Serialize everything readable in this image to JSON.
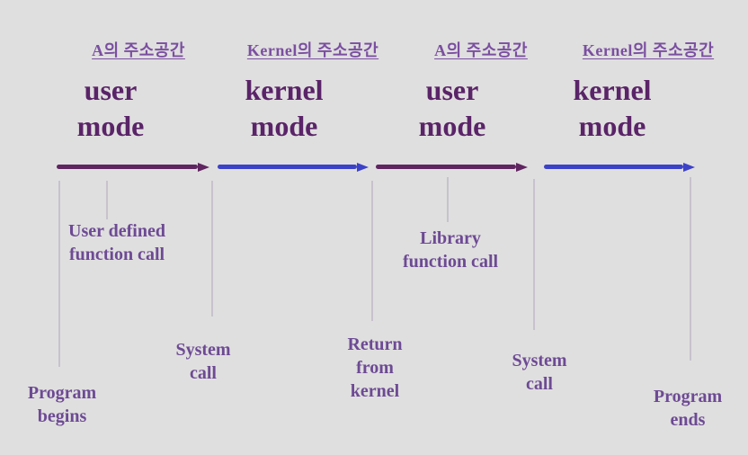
{
  "diagram": {
    "description": "Program execution timeline alternating between user mode and kernel mode",
    "columns": [
      {
        "address_space_label": "A의 주소공간",
        "mode_label": "user\nmode",
        "arrow_color": "#5f2560"
      },
      {
        "address_space_label": "Kernel의 주소공간",
        "mode_label": "kernel\nmode",
        "arrow_color": "#3c42c8"
      },
      {
        "address_space_label": "A의 주소공간",
        "mode_label": "user\nmode",
        "arrow_color": "#5f2560"
      },
      {
        "address_space_label": "Kernel의 주소공간",
        "mode_label": "kernel\nmode",
        "arrow_color": "#3c42c8"
      }
    ],
    "events": [
      {
        "label": "Program\nbegins"
      },
      {
        "label": "User defined\nfunction call"
      },
      {
        "label": "System\ncall"
      },
      {
        "label": "Return\nfrom\nkernel"
      },
      {
        "label": "Library\nfunction call"
      },
      {
        "label": "System\ncall"
      },
      {
        "label": "Program\nends"
      }
    ],
    "colors": {
      "background": "#e0dfdf",
      "user_mode_arrow": "#5f2560",
      "kernel_mode_arrow": "#3c42c8",
      "header_text": "#7a4fa0",
      "mode_text": "#5a2468",
      "event_text": "#6d4a94",
      "tick_line": "#c7c2cd"
    }
  }
}
